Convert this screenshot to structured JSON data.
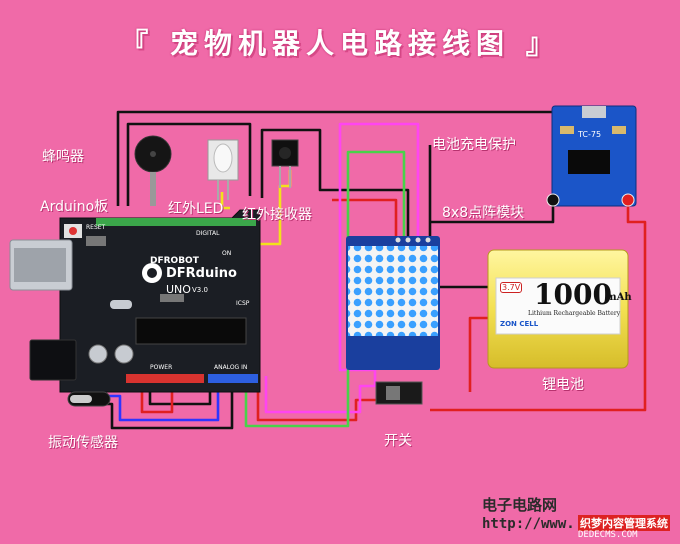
{
  "title": "『 宠物机器人电路接线图 』",
  "labels": {
    "buzzer": "蜂鸣器",
    "arduino": "Arduino板",
    "ir_led": "红外LED",
    "ir_receiver": "红外接收器",
    "charge_protect": "电池充电保护",
    "matrix": "8x8点阵模块",
    "lithium": "锂电池",
    "switch": "开关",
    "vibration": "振动传感器"
  },
  "board": {
    "brand": "DFROBOT",
    "model": "DFRduino",
    "sub": "UNO",
    "ver": "V3.0",
    "reset": "RESET",
    "digital": "DIGITAL",
    "power": "POWER",
    "analog": "ANALOG IN",
    "icsp": "ICSP",
    "on": "ON"
  },
  "charger": {
    "chip": "TC-75"
  },
  "battery": {
    "capacity": "1000",
    "unit": "mAh",
    "voltage": "3.7V",
    "type": "Lithium Rechargeable Battery",
    "brand": "ZON CELL"
  },
  "watermark": {
    "site_name": "电子电路网",
    "url": "http://www.",
    "overlay": "织梦内容管理系统",
    "overlay_url": "DEDECMS.COM"
  },
  "colors": {
    "background": "#f06aa8",
    "board": "#1b1e24",
    "wire_black": "#111111",
    "wire_red": "#e02020",
    "wire_yellow": "#f2e21b",
    "wire_green": "#49d24a",
    "wire_magenta": "#ff45f0",
    "wire_blue": "#2d35ff",
    "matrix_led": "#3aa0ff",
    "charger_board": "#1b55c8",
    "battery": "#f5e35a"
  }
}
